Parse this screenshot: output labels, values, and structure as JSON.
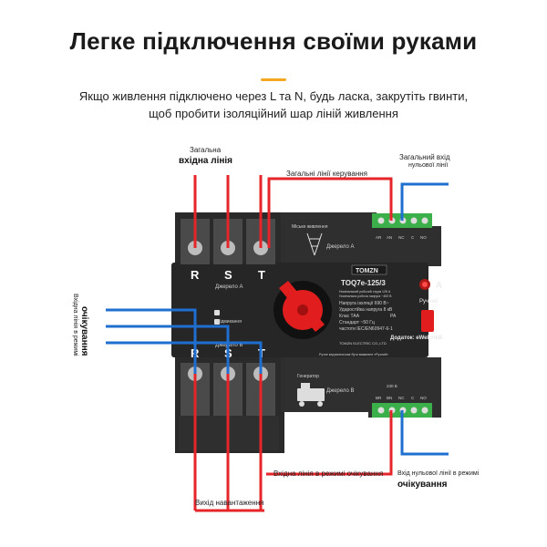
{
  "title": "Легке підключення своїми руками",
  "subtitle_line1": "Якщо живлення підключено через L та N, будь ласка, закрутіть гвинти,",
  "subtitle_line2": "щоб пробити ізоляційний шар ліній живлення",
  "colors": {
    "accent": "#f5a623",
    "red_wire": "#e5252a",
    "blue_wire": "#1f6fd1",
    "device_body": "#2a2a2a",
    "handle": "#e11d1d",
    "terminal_green": "#3bb04a"
  },
  "labels": {
    "main_input_small": "Загальна",
    "main_input_big": "вхідна лінія",
    "control_lines": "Загальні лінії керування",
    "neutral_in_big": "Загальний вхід",
    "neutral_in_small": "нульової лінії",
    "standby_left_big": "очікування",
    "standby_left_small": "Вхідна лінія в режимі",
    "standby_in": "Вхідна лінія в режимі очікування",
    "standby_neutral_small": "Вхід нульової лінії в режимі",
    "standby_neutral_big": "очікування",
    "load_out": "Вихід навантаження"
  },
  "device": {
    "brand": "TOMZN",
    "model": "TOQ7e-125/3",
    "source_a": "Джерело A",
    "source_b": "Джерело B",
    "city_power": "Міське живлення",
    "generator": "Генератор",
    "manual": "Ручний",
    "phase_top": [
      "R",
      "S",
      "T"
    ],
    "phase_bottom": [
      "R",
      "S",
      "T"
    ],
    "term_top": [
      "AR",
      "AN",
      "NC",
      "C",
      "NO"
    ],
    "term_bottom": [
      "BR",
      "BN",
      "NC",
      "C",
      "NO"
    ],
    "voltage": "230 В",
    "spec_lines": [
      "Номінальний робочий струм 125 A",
      "Номінальна робоча напруга ~400 В",
      "Напруга ізоляції 690 В~",
      "Ударостійка напруга 8 кВ",
      "Клас ТАА",
      "Стандарт ~50 Гц",
      "частоти IEC/EN60947-6-1"
    ],
    "dodatok": "Додаток: eWeLinkB",
    "pa": "PA",
    "indicator_a": "A",
    "company": "TOMZN ELECTRIC CO.,LTD.",
    "caption": "Ручне керування має бути вимкнене «Ручний»",
    "strip": "Відмикання"
  }
}
